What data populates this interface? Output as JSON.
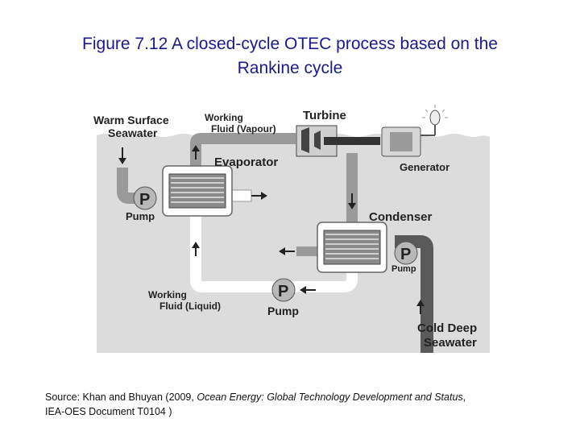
{
  "title": {
    "line1": "Figure 7.12 A closed-cycle OTEC process based on the",
    "line2": "Rankine cycle"
  },
  "diagram": {
    "labels": {
      "warm_surface_1": "Warm Surface",
      "warm_surface_2": "Seawater",
      "working_vapour_1": "Working",
      "working_vapour_2": "Fluid (Vapour)",
      "turbine": "Turbine",
      "generator": "Generator",
      "evaporator": "Evaporator",
      "pump_symbol": "P",
      "pump_label": "Pump",
      "condenser": "Condenser",
      "working_liquid_1": "Working",
      "working_liquid_2": "Fluid (Liquid)",
      "cold_deep_1": "Cold Deep",
      "cold_deep_2": "Seawater"
    }
  },
  "source": {
    "prefix": "Source: Khan and Bhuyan (2009, ",
    "italic": "Ocean Energy: Global Technology Development and Status",
    "suffix": ",",
    "line2": "IEA-OES Document T0104 )"
  },
  "colors": {
    "title": "#1a1a8c",
    "water": "#dcdcdc",
    "pipe_gray": "#9a9a9a",
    "pipe_dark": "#5a5a5a",
    "pipe_white": "#ffffff"
  }
}
